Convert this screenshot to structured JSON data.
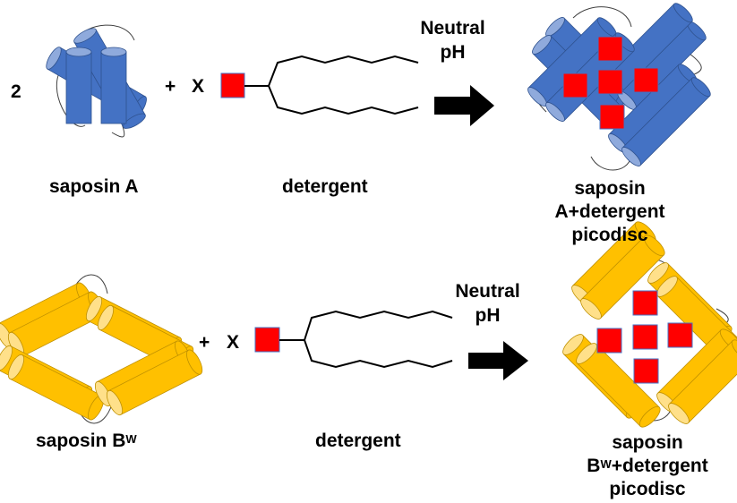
{
  "colors": {
    "saposin_a": "#4472c4",
    "saposin_a_cap": "#8faadc",
    "saposin_a_edge": "#2f528f",
    "saposin_b": "#ffc000",
    "saposin_b_cap": "#ffe08a",
    "saposin_b_edge": "#bf9000",
    "headgroup": "#ff0000",
    "headgroup_edge": "#4472c4",
    "loop": "#404040",
    "arrow": "#000000"
  },
  "rows": [
    {
      "coefficient": "2",
      "protein_label": "saposin A",
      "protein_superscript": "",
      "plus": "+",
      "multiplier": "X",
      "detergent_label": "detergent",
      "condition_line1": "Neutral",
      "condition_line2": "pH",
      "product_line1": "saposin",
      "product_line2_prefix": "A",
      "product_line2_sup": "",
      "product_line2_suffix": "+detergent",
      "product_line3": "picodisc"
    },
    {
      "coefficient": "",
      "protein_label": "saposin B",
      "protein_superscript": "W",
      "plus": "+",
      "multiplier": "X",
      "detergent_label": "detergent",
      "condition_line1": "Neutral",
      "condition_line2": "pH",
      "product_line1": "saposin",
      "product_line2_prefix": "B",
      "product_line2_sup": "W",
      "product_line2_suffix": "+detergent",
      "product_line3": "picodisc"
    }
  ]
}
